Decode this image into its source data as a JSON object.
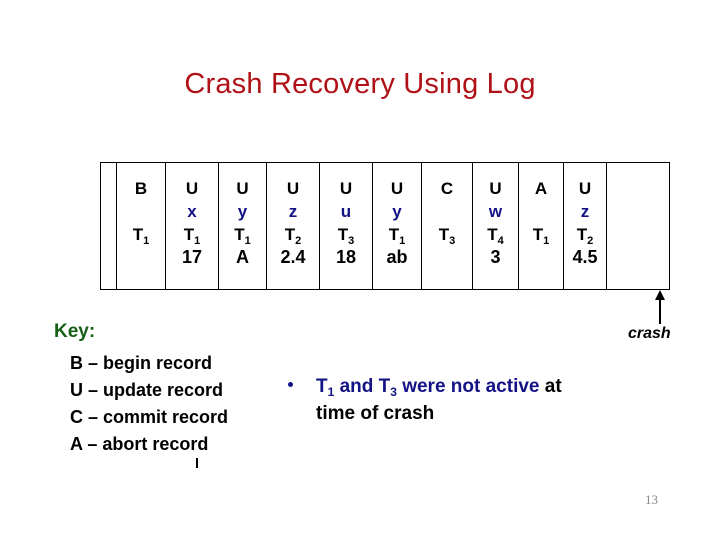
{
  "slide": {
    "title": "Crash Recovery Using Log",
    "page_number": "13",
    "title_color": "#b01116",
    "accent_blue": "#131386",
    "accent_green": "#176117"
  },
  "log_table": {
    "columns": [
      {
        "width_class": "c0",
        "record": "",
        "variable": "",
        "transaction": "",
        "txn_sub": "",
        "value": ""
      },
      {
        "width_class": "c1",
        "record": "B",
        "variable": "",
        "transaction": "T",
        "txn_sub": "1",
        "value": ""
      },
      {
        "width_class": "c2",
        "record": "U",
        "variable": "x",
        "transaction": "T",
        "txn_sub": "1",
        "value": "17"
      },
      {
        "width_class": "c3",
        "record": "U",
        "variable": "y",
        "transaction": "T",
        "txn_sub": "1",
        "value": "A"
      },
      {
        "width_class": "c4",
        "record": "U",
        "variable": "z",
        "transaction": "T",
        "txn_sub": "2",
        "value": "2.4"
      },
      {
        "width_class": "c5",
        "record": "U",
        "variable": "u",
        "transaction": "T",
        "txn_sub": "3",
        "value": "18"
      },
      {
        "width_class": "c6",
        "record": "U",
        "variable": "y",
        "transaction": "T",
        "txn_sub": "1",
        "value": "ab"
      },
      {
        "width_class": "c7",
        "record": "C",
        "variable": "",
        "transaction": "T",
        "txn_sub": "3",
        "value": ""
      },
      {
        "width_class": "c8",
        "record": "U",
        "variable": "w",
        "transaction": "T",
        "txn_sub": "4",
        "value": "3"
      },
      {
        "width_class": "c9",
        "record": "A",
        "variable": "",
        "transaction": "T",
        "txn_sub": "1",
        "value": ""
      },
      {
        "width_class": "c10",
        "record": "U",
        "variable": "z",
        "transaction": "T",
        "txn_sub": "2",
        "value": "4.5"
      },
      {
        "width_class": "c11",
        "record": "",
        "variable": "",
        "transaction": "",
        "txn_sub": "",
        "value": ""
      }
    ]
  },
  "crash_marker": {
    "label": "crash"
  },
  "key": {
    "heading": "Key:",
    "entries": [
      "B – begin record",
      "U – update record",
      "C – commit record",
      "A – abort record"
    ]
  },
  "note": {
    "line1_blue_a": "T",
    "line1_sub_a": "1",
    "line1_blue_b": " and T",
    "line1_sub_b": "3",
    "line1_blue_c": " were not active",
    "line1_black": " at",
    "line2_black": "time of crash"
  }
}
